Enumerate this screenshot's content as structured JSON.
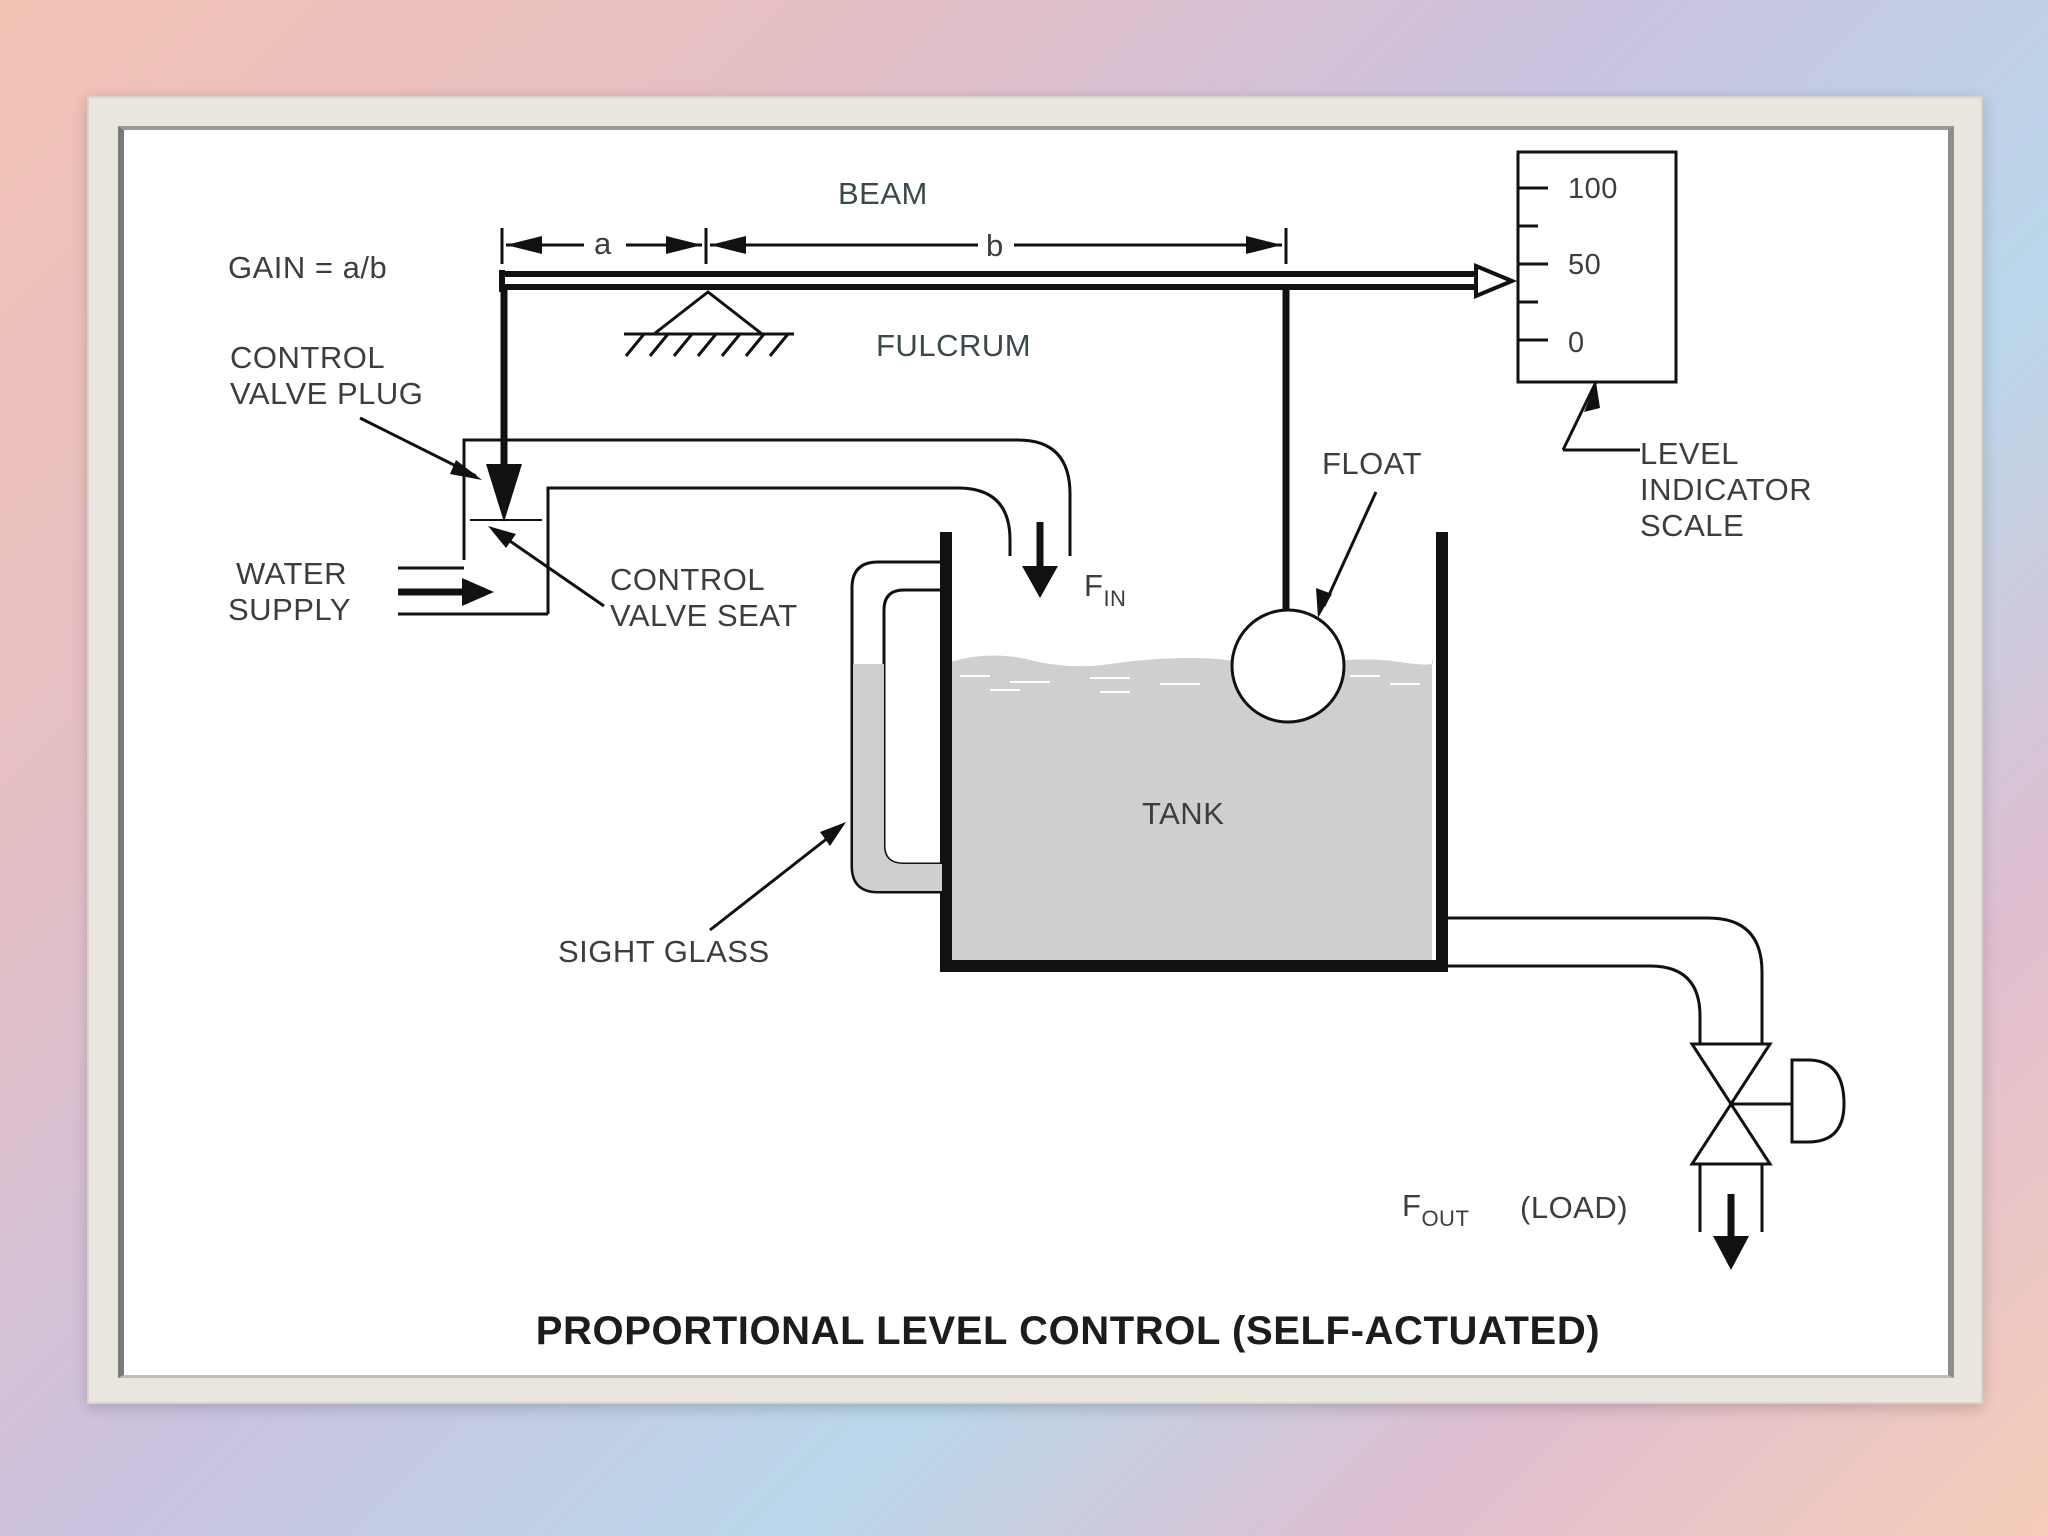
{
  "diagram": {
    "title": "PROPORTIONAL LEVEL CONTROL (SELF-ACTUATED)",
    "labels": {
      "beam": "BEAM",
      "gain": "GAIN = a/b",
      "dim_a": "a",
      "dim_b": "b",
      "fulcrum": "FULCRUM",
      "valve_plug_line1": "CONTROL",
      "valve_plug_line2": "VALVE PLUG",
      "water_supply_line1": "WATER",
      "water_supply_line2": "SUPPLY",
      "valve_seat_line1": "CONTROL",
      "valve_seat_line2": "VALVE SEAT",
      "f_in_main": "F",
      "f_in_sub": "IN",
      "float": "FLOAT",
      "level_indicator_line1": "LEVEL",
      "level_indicator_line2": "INDICATOR",
      "level_indicator_line3": "SCALE",
      "tank": "TANK",
      "sight_glass": "SIGHT GLASS",
      "f_out_main": "F",
      "f_out_sub": "OUT",
      "load": "(LOAD)"
    },
    "scale_ticks": [
      "100",
      "50",
      "0"
    ],
    "colors": {
      "line": "#111111",
      "water": "#cfcfd1",
      "paper": "#ffffff"
    }
  }
}
